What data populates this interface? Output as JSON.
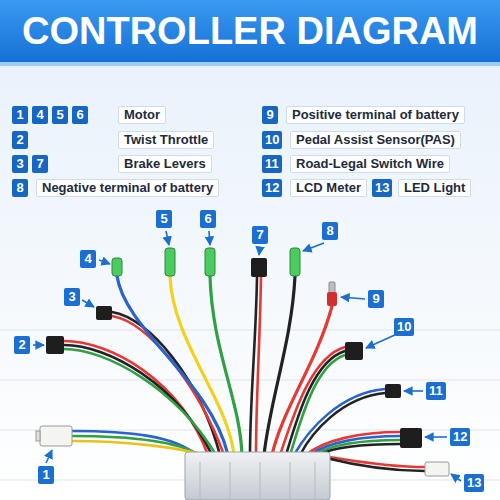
{
  "diagram": {
    "title": "CONTROLLER DIAGRAM",
    "labels": [
      "1",
      "4",
      "5",
      "6",
      "Motor",
      "9",
      "Positive terminal of battery",
      "2",
      "Twist Throttle",
      "10",
      "Pedal Assist Sensor(PAS)",
      "3",
      "7",
      "Brake Levers",
      "11",
      "Road-Legal Switch Wire",
      "8",
      "Negative terminal of battery",
      "12",
      "LCD Meter",
      "13",
      "LED Light",
      "1",
      "2",
      "3",
      "4",
      "5",
      "6",
      "7",
      "8",
      "9",
      "10",
      "11",
      "12",
      "13"
    ]
  }
}
